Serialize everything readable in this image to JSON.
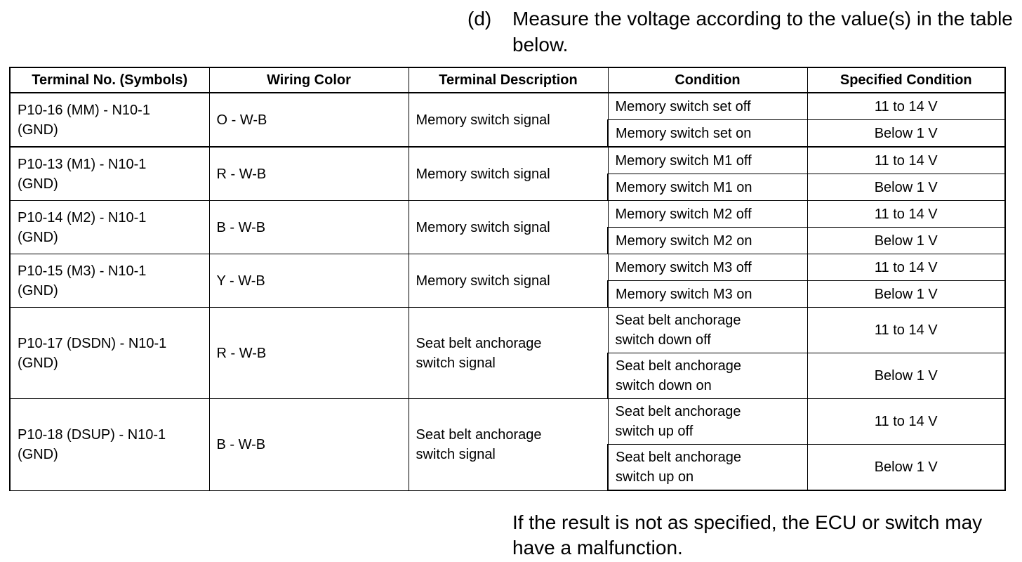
{
  "step": {
    "marker": "(d)",
    "text": "Measure the voltage according to the value(s) in the table below."
  },
  "table": {
    "headers": [
      "Terminal No. (Symbols)",
      "Wiring Color",
      "Terminal Description",
      "Condition",
      "Specified Condition"
    ],
    "groups": [
      {
        "terminal": "P10-16 (MM) - N10-1\n(GND)",
        "wiring": "O - W-B",
        "description": "Memory switch signal",
        "rows": [
          {
            "condition": "Memory switch set off",
            "spec": "11 to 14 V"
          },
          {
            "condition": "Memory switch set on",
            "spec": "Below 1 V"
          }
        ]
      },
      {
        "terminal": "P10-13 (M1) - N10-1\n(GND)",
        "wiring": "R - W-B",
        "description": "Memory switch signal",
        "rows": [
          {
            "condition": "Memory switch M1 off",
            "spec": "11 to 14 V"
          },
          {
            "condition": "Memory switch M1 on",
            "spec": "Below 1 V"
          }
        ]
      },
      {
        "terminal": "P10-14 (M2) - N10-1\n(GND)",
        "wiring": "B - W-B",
        "description": "Memory switch signal",
        "rows": [
          {
            "condition": "Memory switch M2 off",
            "spec": "11 to 14 V"
          },
          {
            "condition": "Memory switch M2 on",
            "spec": "Below 1 V"
          }
        ]
      },
      {
        "terminal": "P10-15 (M3) - N10-1\n(GND)",
        "wiring": "Y - W-B",
        "description": "Memory switch signal",
        "rows": [
          {
            "condition": "Memory switch M3 off",
            "spec": "11 to 14 V"
          },
          {
            "condition": "Memory switch M3 on",
            "spec": "Below 1 V"
          }
        ]
      },
      {
        "terminal": "P10-17 (DSDN) - N10-1\n(GND)",
        "wiring": "R - W-B",
        "description": "Seat belt anchorage\nswitch signal",
        "rows": [
          {
            "condition": "Seat belt anchorage\nswitch down off",
            "spec": "11 to 14 V"
          },
          {
            "condition": "Seat belt anchorage\nswitch down on",
            "spec": "Below 1 V"
          }
        ]
      },
      {
        "terminal": "P10-18 (DSUP) - N10-1\n(GND)",
        "wiring": "B - W-B",
        "description": "Seat belt anchorage\nswitch signal",
        "rows": [
          {
            "condition": "Seat belt anchorage\nswitch up off",
            "spec": "11 to 14 V"
          },
          {
            "condition": "Seat belt anchorage\nswitch up on",
            "spec": "Below 1 V"
          }
        ]
      }
    ]
  },
  "note": "If the result is not as specified, the ECU or switch may have a malfunction."
}
